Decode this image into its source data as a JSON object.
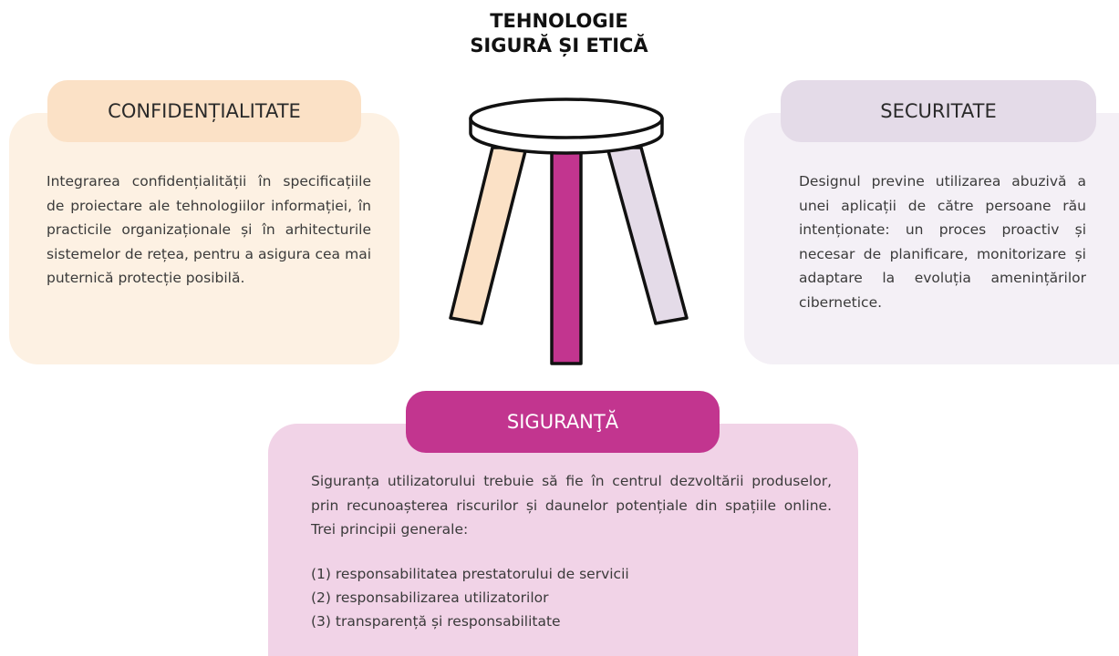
{
  "title": {
    "line1": "TEHNOLOGIE",
    "line2": "SIGURĂ ȘI ETICĂ"
  },
  "sections": {
    "confidentialitate": {
      "label": "CONFIDENȚIALITATE",
      "text": "Integrarea confidențialității în specificațiile de proiectare ale tehnologiilor informației, în practicile organizaționale și în arhitecturile sistemelor de rețea, pentru a asigura cea mai puternică protecție posibilă."
    },
    "securitate": {
      "label": "SECURITATE",
      "text": "Designul previne utilizarea abuzivă a unei aplicații de către persoane rău intenționate: un proces proactiv și necesar de planificare, monitorizare și adaptare la evoluția amenințărilor cibernetice."
    },
    "siguranta": {
      "label": "SIGURANŢĂ",
      "text": "Siguranța utilizatorului trebuie să fie în centrul dezvoltării produselor, prin recunoașterea riscurilor și daunelor potențiale din spațiile online. Trei principii generale:",
      "principles": [
        "(1) responsabilitatea prestatorului de servicii",
        "(2) responsabilizarea utilizatorilor",
        "(3) transparență și responsabilitate"
      ]
    }
  },
  "colors": {
    "confidentialitate_light": "#fdf1e3",
    "confidentialitate_label": "#fbe1c6",
    "securitate_light": "#f4f0f6",
    "securitate_label": "#e4dbe8",
    "siguranta_light": "#f1d3e7",
    "siguranta_label": "#c2358f"
  },
  "icons": {
    "stool": "three-legged-stool-icon"
  }
}
